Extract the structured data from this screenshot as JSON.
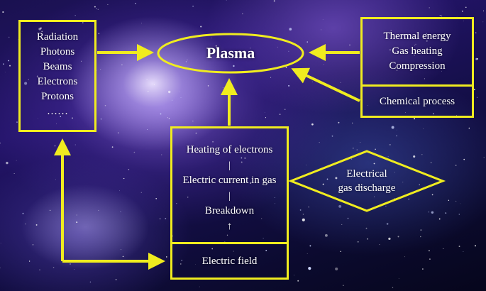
{
  "diagram": {
    "center": {
      "label": "Plasma"
    },
    "sources_box": {
      "lines": [
        "Radiation",
        "Photons",
        "Beams",
        "Electrons",
        "Protons",
        "……"
      ]
    },
    "thermal_box": {
      "lines": [
        "Thermal energy",
        "Gas heating",
        "Compression"
      ]
    },
    "chemical_box": {
      "label": "Chemical process"
    },
    "electric_box": {
      "lines": [
        "Heating of electrons",
        "|",
        "Electric current in gas",
        "|",
        "Breakdown",
        "↑"
      ]
    },
    "field_box": {
      "label": "Electric field"
    },
    "discharge": {
      "lines": [
        "Electrical",
        "gas discharge"
      ]
    }
  },
  "colors": {
    "accent": "#f0ec1f",
    "text": "#ffffff"
  }
}
